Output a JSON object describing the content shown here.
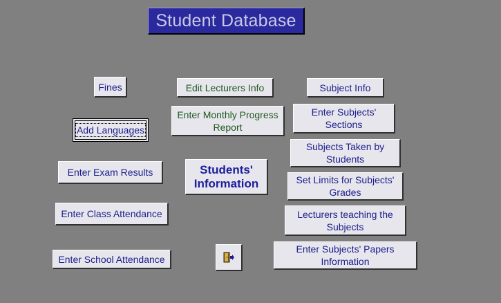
{
  "title": "Student Database",
  "buttons": {
    "fines": "Fines",
    "edit_lecturers": "Edit Lecturers Info",
    "subject_info": "Subject Info",
    "add_languages": "Add Languages",
    "monthly_progress": "Enter Monthly Progress Report",
    "subject_sections": "Enter Subjects' Sections",
    "subjects_taken": "Subjects Taken by Students",
    "exam_results": "Enter Exam Results",
    "students_info": "Students' Information",
    "grade_limits": "Set Limits for Subjects' Grades",
    "class_attendance": "Enter Class Attendance",
    "lecturers_teaching": "Lecturers teaching the Subjects",
    "school_attendance": "Enter School Attendance",
    "subject_papers": "Enter Subjects' Papers Information"
  },
  "icons": {
    "exit": "exit-door-icon"
  },
  "colors": {
    "background": "#808080",
    "title_bg": "#2a2a9e",
    "title_text": "#c9c9e6",
    "button_bg": "#e6e6ec",
    "button_text": "#1c1c8c",
    "button_text_green": "#1f5a1f"
  }
}
